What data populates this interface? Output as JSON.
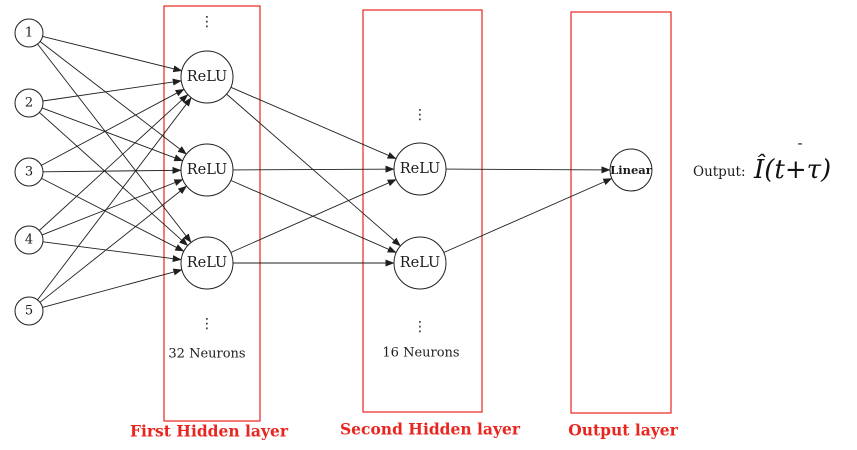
{
  "diagram": {
    "input_nodes": [
      "1",
      "2",
      "3",
      "4",
      "5"
    ],
    "vdots": "⋮",
    "layers": [
      {
        "name": "First Hidden layer",
        "neuron_label": "ReLU",
        "count_label": "32 Neurons"
      },
      {
        "name": "Second Hidden layer",
        "neuron_label": "ReLU",
        "count_label": "16 Neurons"
      },
      {
        "name": "Output  layer",
        "neuron_label": "Linear"
      }
    ],
    "output_annotation": {
      "label": "Output:",
      "formula": "Î(t+τ)",
      "superscript_dash": "-"
    },
    "colors": {
      "accent_red": "#e8251f",
      "line_color": "#1f1f1f"
    }
  }
}
